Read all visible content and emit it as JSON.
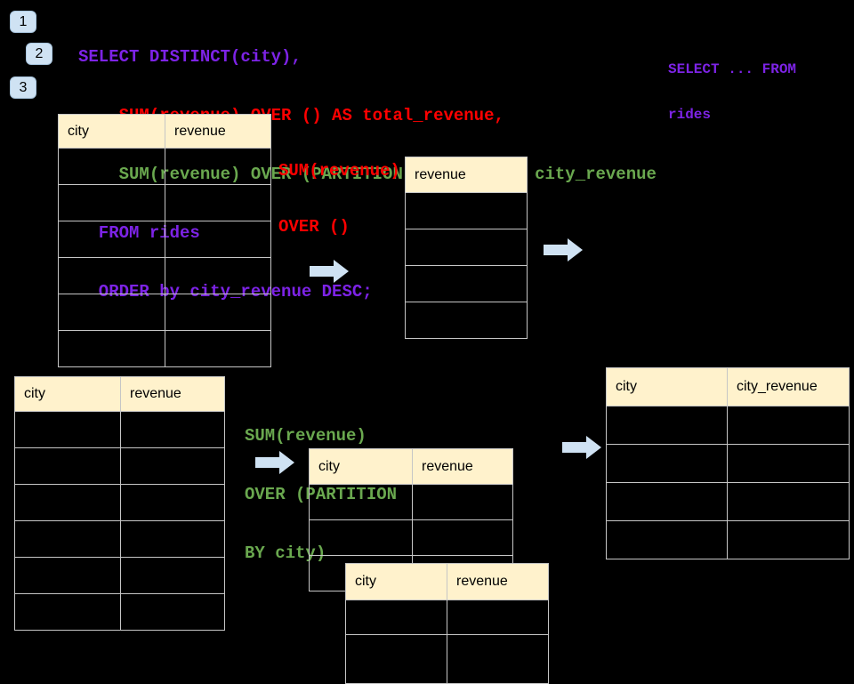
{
  "colors": {
    "background": "#000000",
    "code_purple": "#7d23e6",
    "code_red": "#ff0000",
    "code_green": "#6aa84f",
    "accent_blue": "#cfe2f3",
    "accent_blue_border": "#aac7e0",
    "table_header_bg": "#fff2cc",
    "table_border": "#c6c6c6",
    "text_dark": "#000000"
  },
  "badges": [
    {
      "label": "1"
    },
    {
      "label": "2"
    },
    {
      "label": "3"
    }
  ],
  "sql": {
    "lines": [
      {
        "text": "SELECT DISTINCT(city),",
        "color": "purple"
      },
      {
        "text": "    SUM(revenue) OVER () AS total_revenue,",
        "color": "red"
      },
      {
        "text": "    SUM(revenue) OVER (PARTITION BY city) as city_revenue",
        "color": "green"
      },
      {
        "text": "  FROM rides",
        "color": "purple"
      },
      {
        "text": "  ORDER by city_revenue DESC;",
        "color": "purple"
      }
    ]
  },
  "side_note": {
    "lines": [
      "SELECT ... FROM",
      "rides"
    ]
  },
  "annotations": {
    "total": {
      "lines": [
        "SUM(revenue)",
        "OVER ()"
      ]
    },
    "partition": {
      "lines": [
        "SUM(revenue)",
        "OVER (PARTITION",
        "BY city)"
      ]
    }
  },
  "tables": {
    "source_top": {
      "headers": [
        "city",
        "revenue"
      ],
      "body_rows": 6
    },
    "total_result": {
      "headers": [
        "revenue"
      ],
      "body_rows": 4
    },
    "source_bottom": {
      "headers": [
        "city",
        "revenue"
      ],
      "body_rows": 6
    },
    "partition_mid": {
      "headers": [
        "city",
        "revenue"
      ],
      "body_rows": 3
    },
    "partition_overlay": {
      "headers": [
        "city",
        "revenue"
      ],
      "body_rows": 2
    },
    "city_revenue_result": {
      "headers": [
        "city",
        "city_revenue"
      ],
      "body_rows": 4
    }
  }
}
